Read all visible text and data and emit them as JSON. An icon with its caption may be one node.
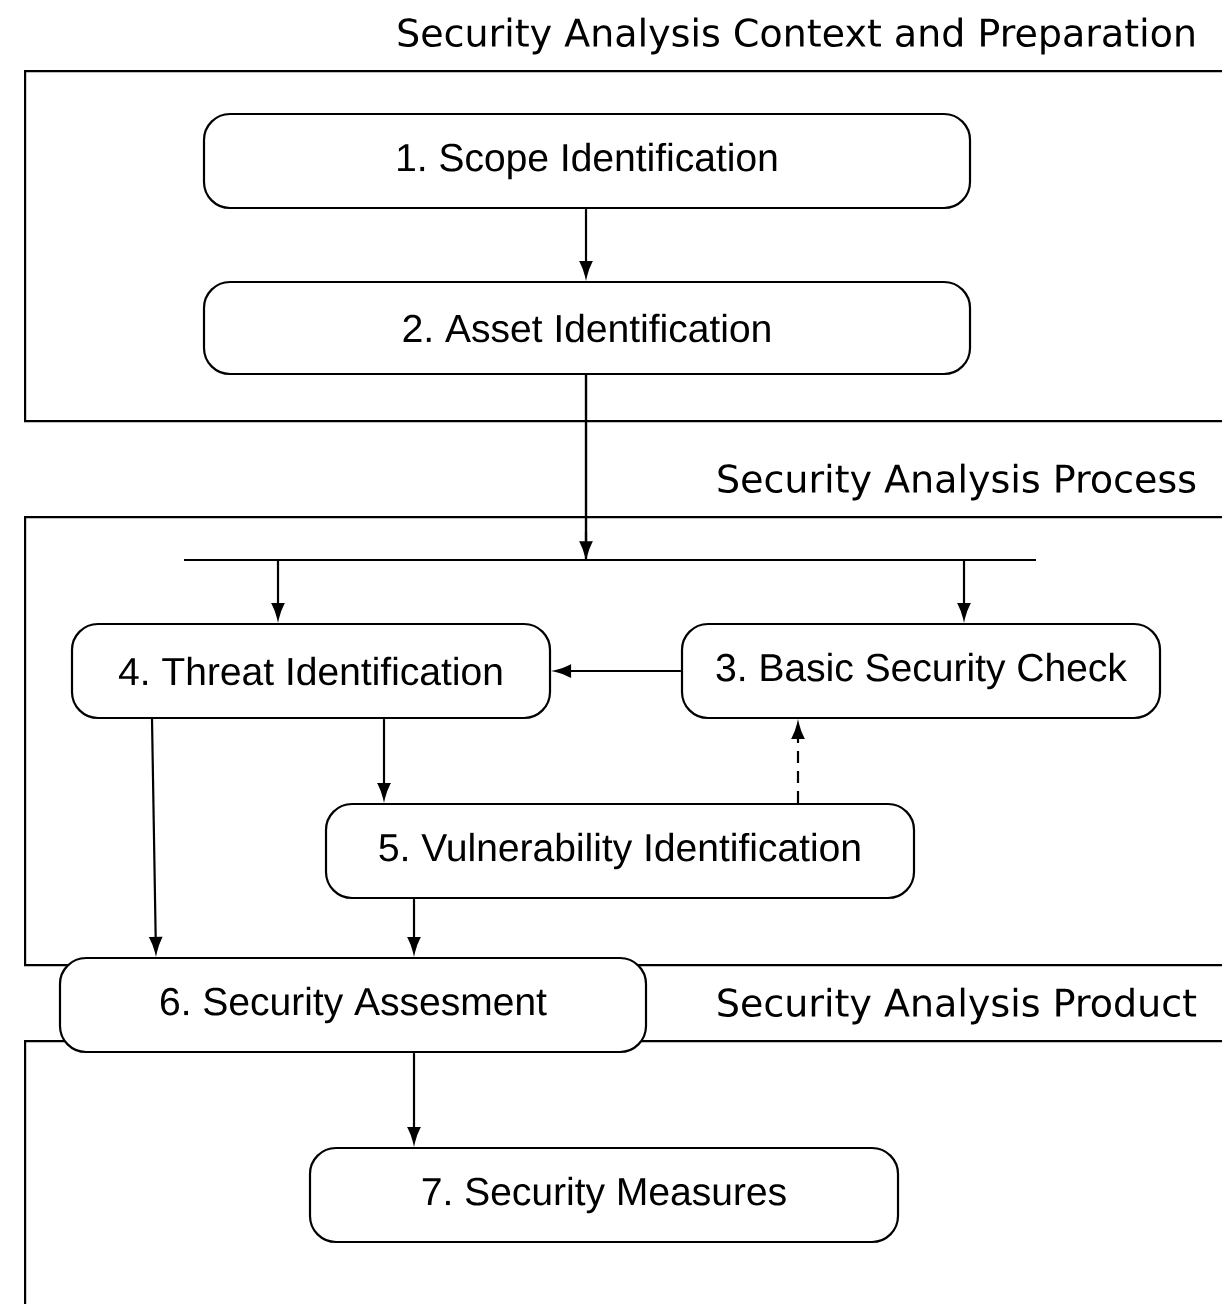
{
  "diagram": {
    "nodes": [
      {
        "text": [
          "Security Analysis Context and Preparation"
        ]
      },
      {
        "text": [
          "1. Scope Identification"
        ],
        "in": 0
      },
      {
        "text": [
          "2. Asset Identification"
        ],
        "in": 0
      },
      {
        "text": [
          "Security Analysis Process"
        ]
      },
      {
        "text": [
          "4. Threat Identification"
        ],
        "in": 3
      },
      {
        "text": [
          "3. Basic Security Check"
        ],
        "in": 3
      },
      {
        "text": [
          "5. Vulnerability Identification"
        ],
        "in": 3
      },
      {
        "text": [
          "6. Security Assesment"
        ]
      },
      {
        "text": [
          "Security Analysis Product"
        ]
      },
      {
        "text": [
          "7. Security Measures"
        ],
        "in": 8
      }
    ],
    "edges": [
      {
        "from": 1,
        "to": 2,
        "arrow": "to"
      },
      {
        "from": 2,
        "to": 4,
        "arrow": "to"
      },
      {
        "from": 2,
        "to": 5,
        "arrow": "to"
      },
      {
        "from": 5,
        "to": 4,
        "arrow": "to"
      },
      {
        "from": 4,
        "to": 6,
        "arrow": "to"
      },
      {
        "from": 6,
        "to": 5,
        "arrow": "to",
        "style": "dashed"
      },
      {
        "from": 4,
        "to": 7,
        "arrow": "to"
      },
      {
        "from": 6,
        "to": 7,
        "arrow": "to"
      },
      {
        "from": 7,
        "to": 9,
        "arrow": "to"
      }
    ]
  }
}
